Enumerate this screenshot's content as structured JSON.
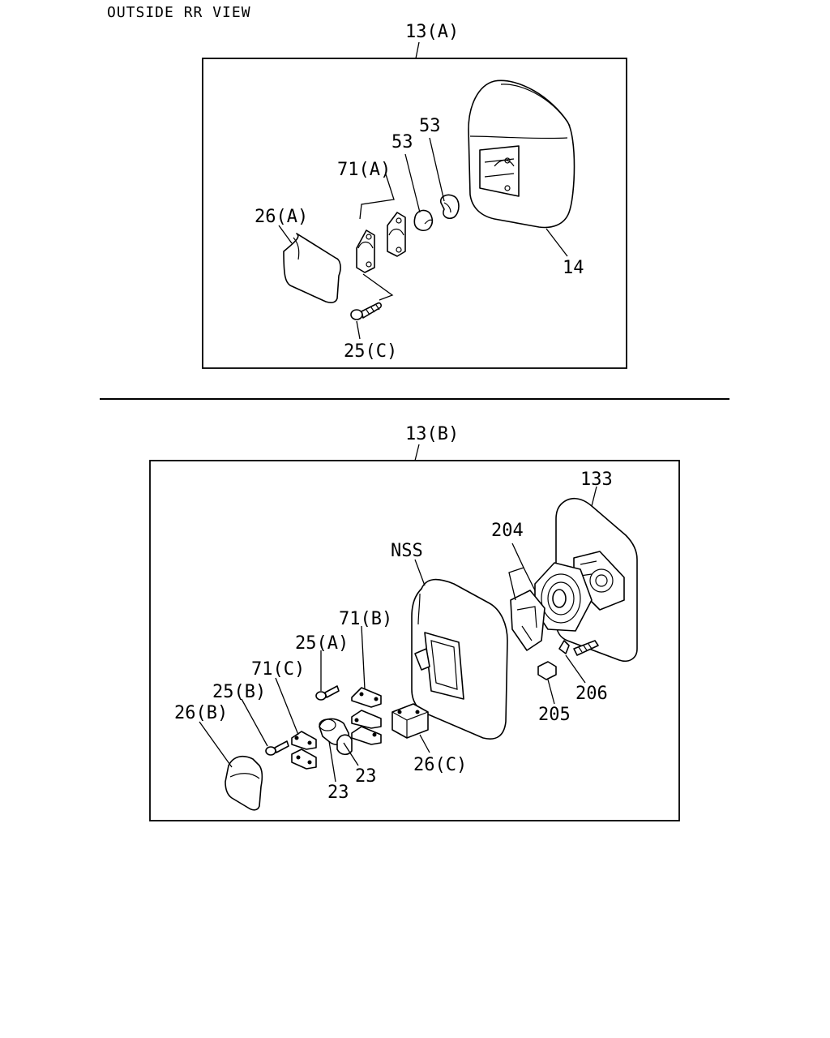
{
  "title": "OUTSIDE RR VIEW",
  "assembly_a": {
    "label": "13(A)",
    "callouts": {
      "p53_top": "53",
      "p53_mid": "53",
      "p71a": "71(A)",
      "p26a": "26(A)",
      "p14": "14",
      "p25c": "25(C)"
    }
  },
  "assembly_b": {
    "label": "13(B)",
    "callouts": {
      "p133": "133",
      "p204": "204",
      "nss": "NSS",
      "p71b": "71(B)",
      "p25a": "25(A)",
      "p71c": "71(C)",
      "p25b": "25(B)",
      "p26b": "26(B)",
      "p206": "206",
      "p205": "205",
      "p26c": "26(C)",
      "p23_right": "23",
      "p23_left": "23"
    }
  }
}
